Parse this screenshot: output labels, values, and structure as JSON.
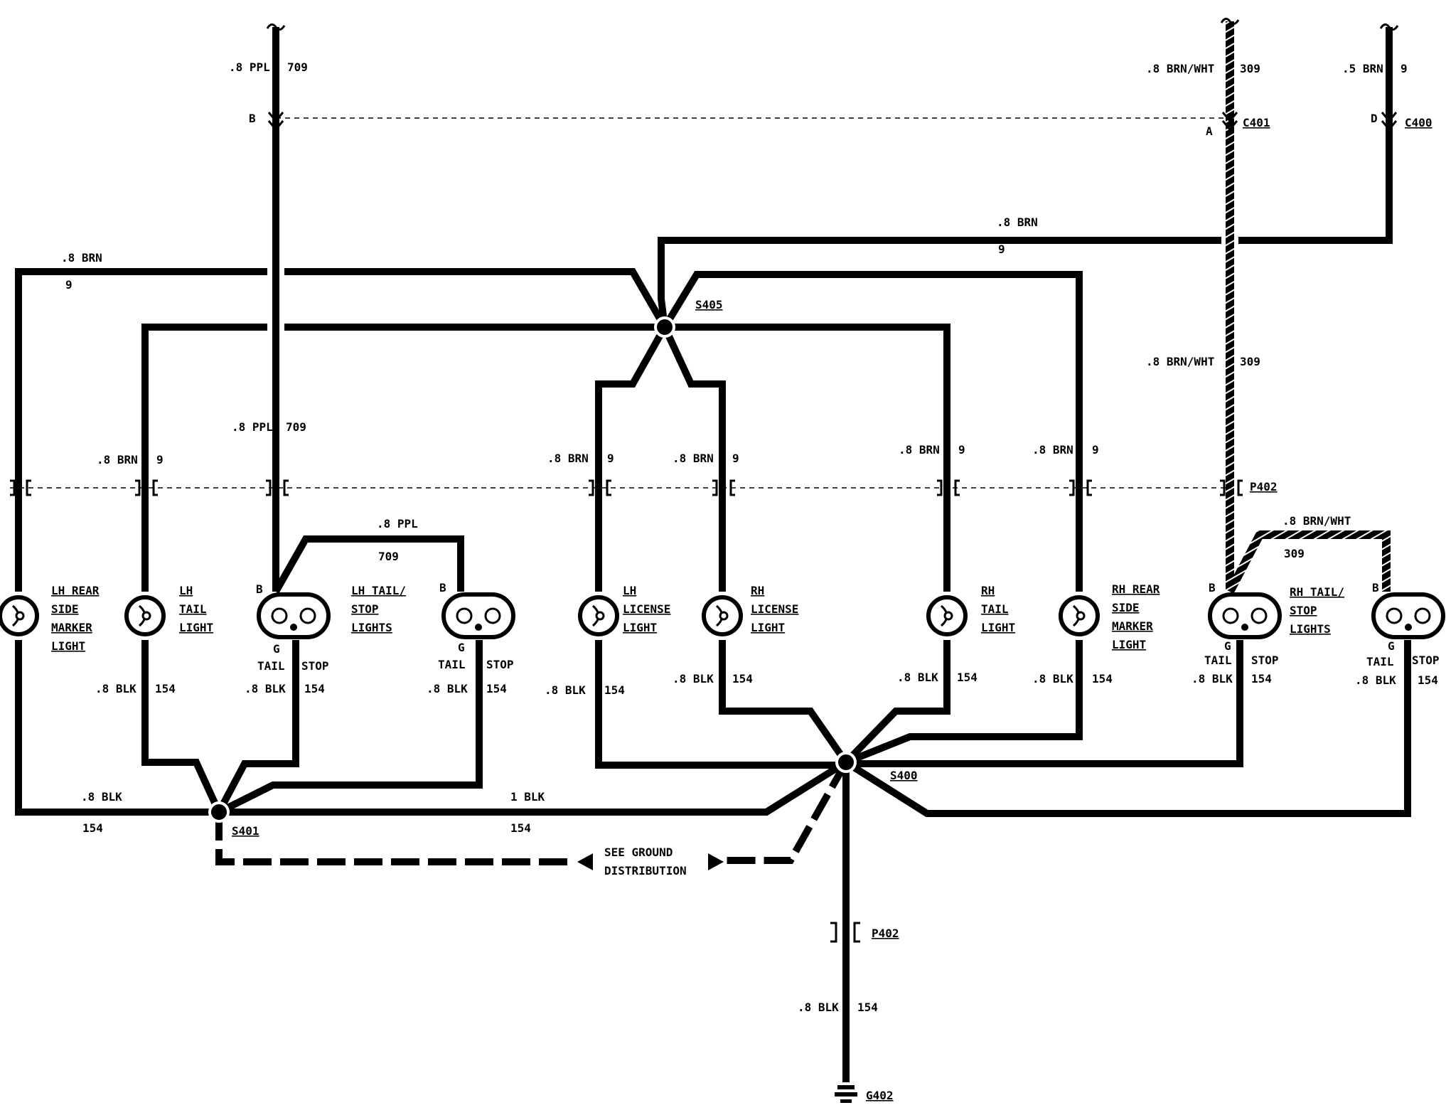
{
  "wires": {
    "ppl": ".8 PPL",
    "ppl_circuit": "709",
    "brn_wht": ".8 BRN/WHT",
    "brn_wht_circuit": "309",
    "brn_5": ".5 BRN",
    "brn": ".8 BRN",
    "brn_circuit": "9",
    "blk": ".8 BLK",
    "blk_1": "1 BLK",
    "blk_circuit": "154"
  },
  "connectors": {
    "c401": "C401",
    "c400": "C400",
    "p402": "P402",
    "pin_a": "A",
    "pin_b": "B",
    "pin_d": "D",
    "pin_g": "G"
  },
  "splices": {
    "s405": "S405",
    "s400": "S400",
    "s401": "S401"
  },
  "ground": "G402",
  "ground_note": [
    "SEE GROUND",
    "DISTRIBUTION"
  ],
  "tail": "TAIL",
  "stop": "STOP",
  "components": {
    "lh_side_marker": [
      "LH REAR",
      "SIDE",
      "MARKER",
      "LIGHT"
    ],
    "lh_tail": [
      "LH",
      "TAIL",
      "LIGHT"
    ],
    "lh_tail_stop": [
      "LH TAIL/",
      "STOP",
      "LIGHTS"
    ],
    "lh_license": [
      "LH",
      "LICENSE",
      "LIGHT"
    ],
    "rh_license": [
      "RH",
      "LICENSE",
      "LIGHT"
    ],
    "rh_tail": [
      "RH",
      "TAIL",
      "LIGHT"
    ],
    "rh_side_marker": [
      "RH REAR",
      "SIDE",
      "MARKER",
      "LIGHT"
    ],
    "rh_tail_stop": [
      "RH TAIL/",
      "STOP",
      "LIGHTS"
    ]
  }
}
